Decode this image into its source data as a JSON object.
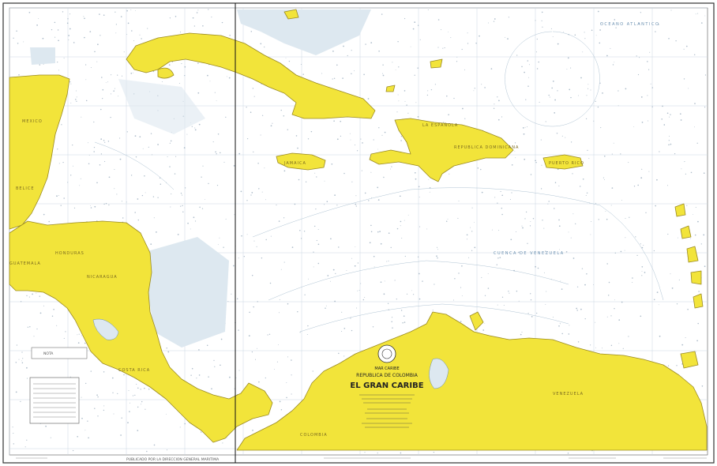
{
  "chart_title": {
    "line1": "MAR CARIBE",
    "line2": "REPUBLICA DE COLOMBIA",
    "line3": "EL GRAN CARIBE"
  },
  "land_labels": {
    "la_espanola": "LA ESPAÑOLA",
    "republica_dominicana": "REPUBLICA DOMINICANA",
    "jamaica": "JAMAICA",
    "puerto_rico": "PUERTO RICO",
    "honduras": "HONDURAS",
    "nicaragua": "NICARAGUA",
    "costa_rica": "COSTA RICA",
    "colombia": "COLOMBIA",
    "venezuela": "VENEZUELA",
    "belize": "BELICE",
    "guatemala": "GUATEMALA",
    "mexico": "MEXICO"
  },
  "sea_labels": {
    "atlantic": "OCEANO ATLANTICO",
    "caribbean": "CUENCA DE VENEZUELA"
  },
  "footer": {
    "left_note": "NOTA",
    "center_note": "PUBLICADO POR LA DIRECCION GENERAL MARITIMA"
  },
  "colors": {
    "land": "#f2e43a",
    "land_stroke": "#9a8a22",
    "shallow": "#dde8f0",
    "sea": "#ffffff",
    "grid": "#c9d6e2",
    "soundings": "#8aa0b4"
  }
}
